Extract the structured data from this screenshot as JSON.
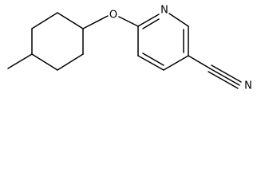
{
  "molecule": {
    "atoms": {
      "oxygen": "O",
      "pyridine_nitrogen": "N",
      "nitrile_nitrogen": "N"
    }
  }
}
